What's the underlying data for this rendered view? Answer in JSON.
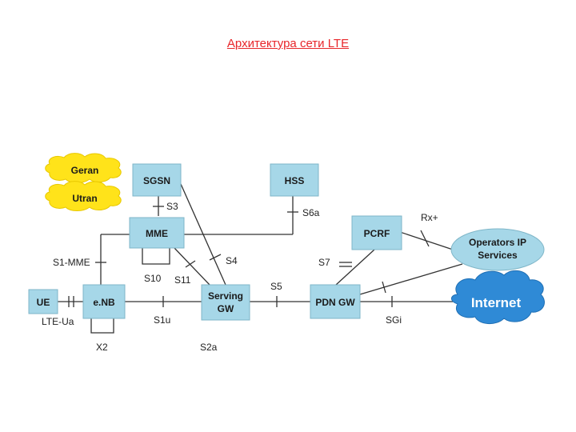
{
  "title": "Архитектура сети LTE",
  "colors": {
    "title": "#e8262a",
    "node_fill": "#a6d7e8",
    "cloud_yellow": "#ffe31a",
    "cloud_blue": "#2f8ad6",
    "line": "#333333"
  },
  "nodes": {
    "geran": "Geran",
    "utran": "Utran",
    "sgsn": "SGSN",
    "hss": "HSS",
    "mme": "MME",
    "pcrf": "PCRF",
    "operators_line1": "Operators IP",
    "operators_line2": "Services",
    "ue": "UE",
    "enb": "e.NB",
    "serving_line1": "Serving",
    "serving_line2": "GW",
    "pdn_gw": "PDN GW",
    "internet": "Internet"
  },
  "interfaces": {
    "s3": "S3",
    "s6a": "S6a",
    "rx": "Rx+",
    "s1_mme": "S1-MME",
    "s4": "S4",
    "s7": "S7",
    "s10": "S10",
    "s11": "S11",
    "s5": "S5",
    "lte_ua": "LTE-Ua",
    "s1u": "S1u",
    "sgi": "SGi",
    "x2": "X2",
    "s2a": "S2a"
  }
}
